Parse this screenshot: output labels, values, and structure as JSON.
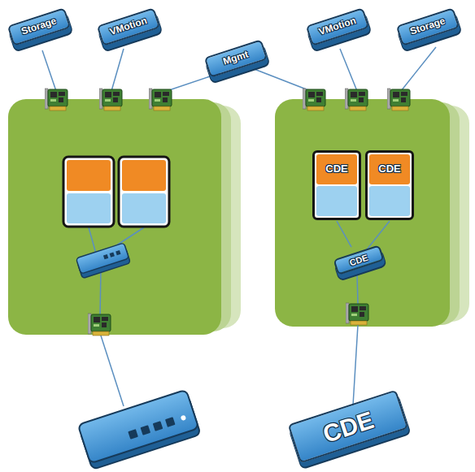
{
  "diagram": {
    "nodes": [
      {
        "text": [
          "Storage"
        ]
      },
      {
        "text": [
          "VMotion"
        ]
      },
      {
        "text": [
          "Mgmt"
        ]
      },
      {
        "text": [
          "VMotion"
        ]
      },
      {
        "text": [
          "Storage"
        ]
      },
      {
        "text": [
          "CDE"
        ]
      },
      {
        "text": [
          "CDE"
        ]
      },
      {
        "text": [
          "CDE"
        ]
      },
      {
        "text": [
          "CDE"
        ]
      }
    ],
    "edges": [
      {
        "from": 5,
        "to": 7,
        "arrow": "none"
      },
      {
        "from": 6,
        "to": 7,
        "arrow": "none"
      },
      {
        "from": 7,
        "to": 8,
        "arrow": "none"
      }
    ]
  }
}
